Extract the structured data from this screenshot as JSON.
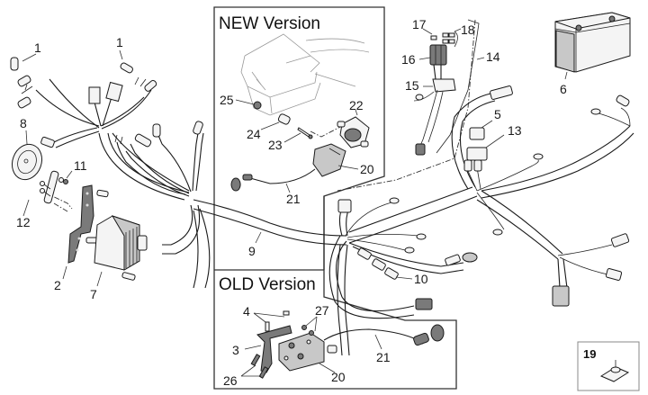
{
  "diagram": {
    "subject": "Electrical system / wiring harness exploded parts diagram",
    "sections": {
      "new_version": {
        "title": "NEW Version"
      },
      "old_version": {
        "title": "OLD Version"
      }
    },
    "callouts": {
      "c1a": "1",
      "c1b": "1",
      "c2": "2",
      "c3": "3",
      "c4": "4",
      "c5": "5",
      "c6": "6",
      "c7": "7",
      "c8": "8",
      "c9": "9",
      "c10": "10",
      "c11": "11",
      "c12": "12",
      "c13": "13",
      "c14": "14",
      "c15": "15",
      "c16": "16",
      "c17": "17",
      "c18": "18",
      "c19": "19",
      "c20_new": "20",
      "c20_old": "20",
      "c21_new": "21",
      "c21_old": "21",
      "c22": "22",
      "c23": "23",
      "c24": "24",
      "c25": "25",
      "c26": "26",
      "c27": "27"
    },
    "parts": [
      {
        "ref": "1",
        "name": "bulb-socket-sensor"
      },
      {
        "ref": "2",
        "name": "regulator-bracket"
      },
      {
        "ref": "3",
        "name": "coil-bracket-old"
      },
      {
        "ref": "4",
        "name": "bracket-screws"
      },
      {
        "ref": "5",
        "name": "relay"
      },
      {
        "ref": "6",
        "name": "battery"
      },
      {
        "ref": "7",
        "name": "voltage-regulator"
      },
      {
        "ref": "8",
        "name": "horn"
      },
      {
        "ref": "9",
        "name": "main-wiring-harness"
      },
      {
        "ref": "10",
        "name": "connector-set"
      },
      {
        "ref": "11",
        "name": "nut"
      },
      {
        "ref": "12",
        "name": "horn-screws"
      },
      {
        "ref": "13",
        "name": "relay-holder"
      },
      {
        "ref": "14",
        "name": "battery-cable"
      },
      {
        "ref": "15",
        "name": "fuse-holder"
      },
      {
        "ref": "16",
        "name": "fuse-box"
      },
      {
        "ref": "17",
        "name": "fuse-small"
      },
      {
        "ref": "18",
        "name": "fuses"
      },
      {
        "ref": "19",
        "name": "clip-nut"
      },
      {
        "ref": "20",
        "name": "ignition-coil"
      },
      {
        "ref": "21",
        "name": "spark-plug-cable"
      },
      {
        "ref": "22",
        "name": "coil-mount-new"
      },
      {
        "ref": "23",
        "name": "screw"
      },
      {
        "ref": "24",
        "name": "spacer"
      },
      {
        "ref": "25",
        "name": "nut-new"
      },
      {
        "ref": "26",
        "name": "screws-old"
      },
      {
        "ref": "27",
        "name": "nuts-old"
      }
    ]
  }
}
